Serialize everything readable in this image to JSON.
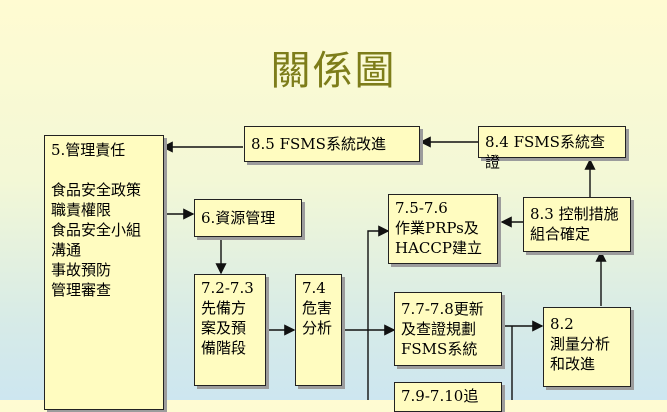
{
  "title": "關係圖",
  "boxes": {
    "b5": "5.管理責任\n\n食品安全政策\n職責權限\n食品安全小組\n溝通\n事故預防\n管理審查",
    "b85": "8.5 FSMS系統改進",
    "b84": "8.4 FSMS系統查證",
    "b6": "6.資源管理",
    "b756": "7.5-7.6\n作業PRPs及\nHACCP建立",
    "b83": "8.3 控制措施\n組合確定",
    "b723": "7.2-7.3\n先備方\n案及預\n備階段",
    "b74": "7.4\n危害\n分析",
    "b778": "7.7-7.8更新\n及查證規劃\nFSMS系統",
    "b82": "8.2\n測量分析\n和改進",
    "b7910": "7.9-7.10追"
  }
}
